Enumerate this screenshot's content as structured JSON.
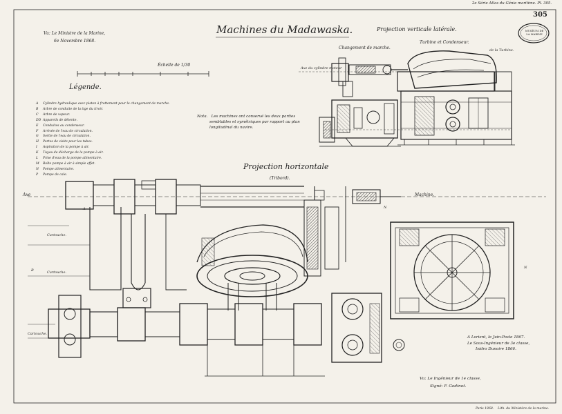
{
  "header": {
    "series": "2e Série  Atlas du Génie maritime. Pl. 305.",
    "plate_number": "305",
    "stamp": "MUSÉUM DE LA MARINE"
  },
  "title": "Machines du Madawaska.",
  "seen_by": "Vu: Le Ministre de la Marine,",
  "seen_date": "6e Novembre 1868.",
  "scale_label": "Échelle de 1/30",
  "legend": {
    "heading": "Légende.",
    "items": [
      {
        "key": "A",
        "text": "Cylindre hydraulique avec piston à frottement pour le changement de marche."
      },
      {
        "key": "B",
        "text": "Arbre de conduite de la tige du tiroir."
      },
      {
        "key": "C",
        "text": "Arbre de vapeur."
      },
      {
        "key": "DD",
        "text": "Appareils de détente."
      },
      {
        "key": "E",
        "text": "Conduites au condenseur."
      },
      {
        "key": "F",
        "text": "Arrivée de l'eau de circulation."
      },
      {
        "key": "G",
        "text": "Sortie de l'eau de circulation."
      },
      {
        "key": "H",
        "text": "Portes de visite pour les tubes."
      },
      {
        "key": "I",
        "text": "Aspiration de la pompe à air."
      },
      {
        "key": "K",
        "text": "Tuyau de décharge de la pompe à air."
      },
      {
        "key": "L",
        "text": "Prise d'eau de la pompe alimentaire."
      },
      {
        "key": "M",
        "text": "Boîte pompe à air à simple effet."
      },
      {
        "key": "N",
        "text": "Pompe alimentaire."
      },
      {
        "key": "P",
        "text": "Pompe de cale."
      }
    ]
  },
  "note": {
    "label": "Nota.",
    "text_line1": "Les machines ont conservé les deux parties",
    "text_line2": "semblables et symétriques par rapport au plan",
    "text_line3": "longitudinal du navire."
  },
  "side_view": {
    "title": "Projection verticale latérale.",
    "label_reversing": "Changement de marche.",
    "label_turbine": "Turbine et Condenseur.",
    "label_axis": "Axe du cylindre moteur",
    "label_turbine_axis": "de la Turbine."
  },
  "plan_view": {
    "title": "Projection horizontale",
    "subtitle": "(Tribord).",
    "axis_label": "Axe",
    "machine_label": "Machine.",
    "crank_labels": [
      "Cartouche.",
      "Cartouche.",
      "Cartouche."
    ],
    "letter_N": "N",
    "letter_N2": "N",
    "letter_A": "A",
    "letter_B": "B"
  },
  "signatures": {
    "line1": "A Lorient, le Juin-Poste 1867.",
    "line2": "Le Sous-Ingénieur de 3e classe,",
    "line3": "Isidro Dunoire 1866.",
    "seen_chief": "Vu: Le Ingénieur de 1e classe,",
    "engineer": "Signé: F. Godinot."
  },
  "footer": {
    "left": "Paris 1868.",
    "right": "Lith. du Ministère de la marine."
  },
  "colors": {
    "paper": "#f4f1ea",
    "ink": "#222222",
    "hatch": "#555555"
  }
}
